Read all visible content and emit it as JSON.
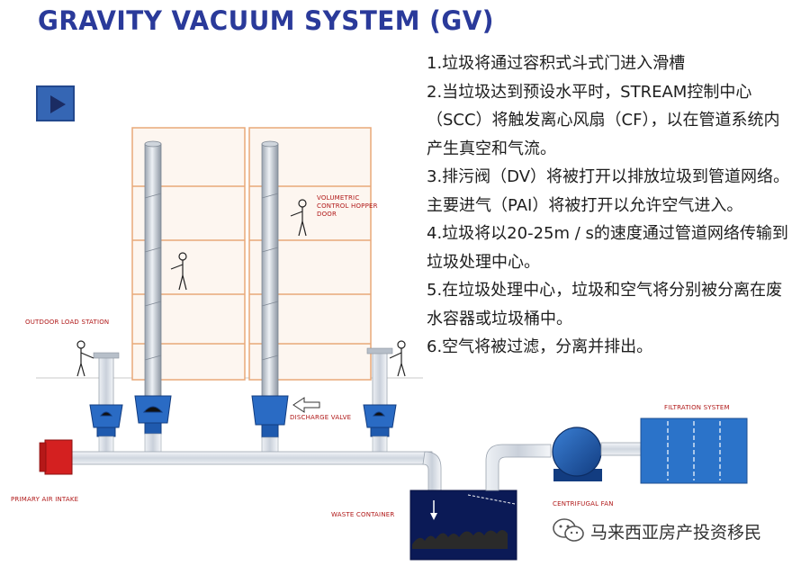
{
  "title": "GRAVITY VACUUM SYSTEM (GV)",
  "play_button_icon": "play-icon",
  "steps": [
    "1.垃圾将通过容积式斗式门进入滑槽",
    "2.当垃圾达到预设水平时，STREAM控制中心（SCC）将触发离心风扇（CF），以在管道系统内产生真空和气流。",
    "3.排污阀（DV）将被打开以排放垃圾到管道网络。 主要进气（PAI）将被打开以允许空气进入。",
    "4.垃圾将以20-25m / s的速度通过管道网络传输到垃圾处理中心。",
    "5.在垃圾处理中心，垃圾和空气将分别被分离在废水容器或垃圾桶中。",
    "6.空气将被过滤，分离并排出。"
  ],
  "labels": {
    "volumetric_door": "VOLUMETRIC CONTROL HOPPER DOOR",
    "outdoor_load_station": "OUTDOOR LOAD STATION",
    "discharge_valve": "DISCHARGE VALVE",
    "filtration_system": "FILTRATION SYSTEM",
    "primary_air_intake": "PRIMARY AIR INTAKE",
    "waste_container": "WASTE CONTAINER",
    "centrifugal_fan": "CENTRIFUGAL FAN"
  },
  "watermark": "马来西亚房产投资移民",
  "colors": {
    "title": "#2a3a9a",
    "valve_blue": "#2a6bc4",
    "pipe": "#d6dde6",
    "building_frame": "#e8a878",
    "label_red": "#b01818",
    "air_intake_red": "#d42020",
    "filtration": "#2b73c9"
  }
}
